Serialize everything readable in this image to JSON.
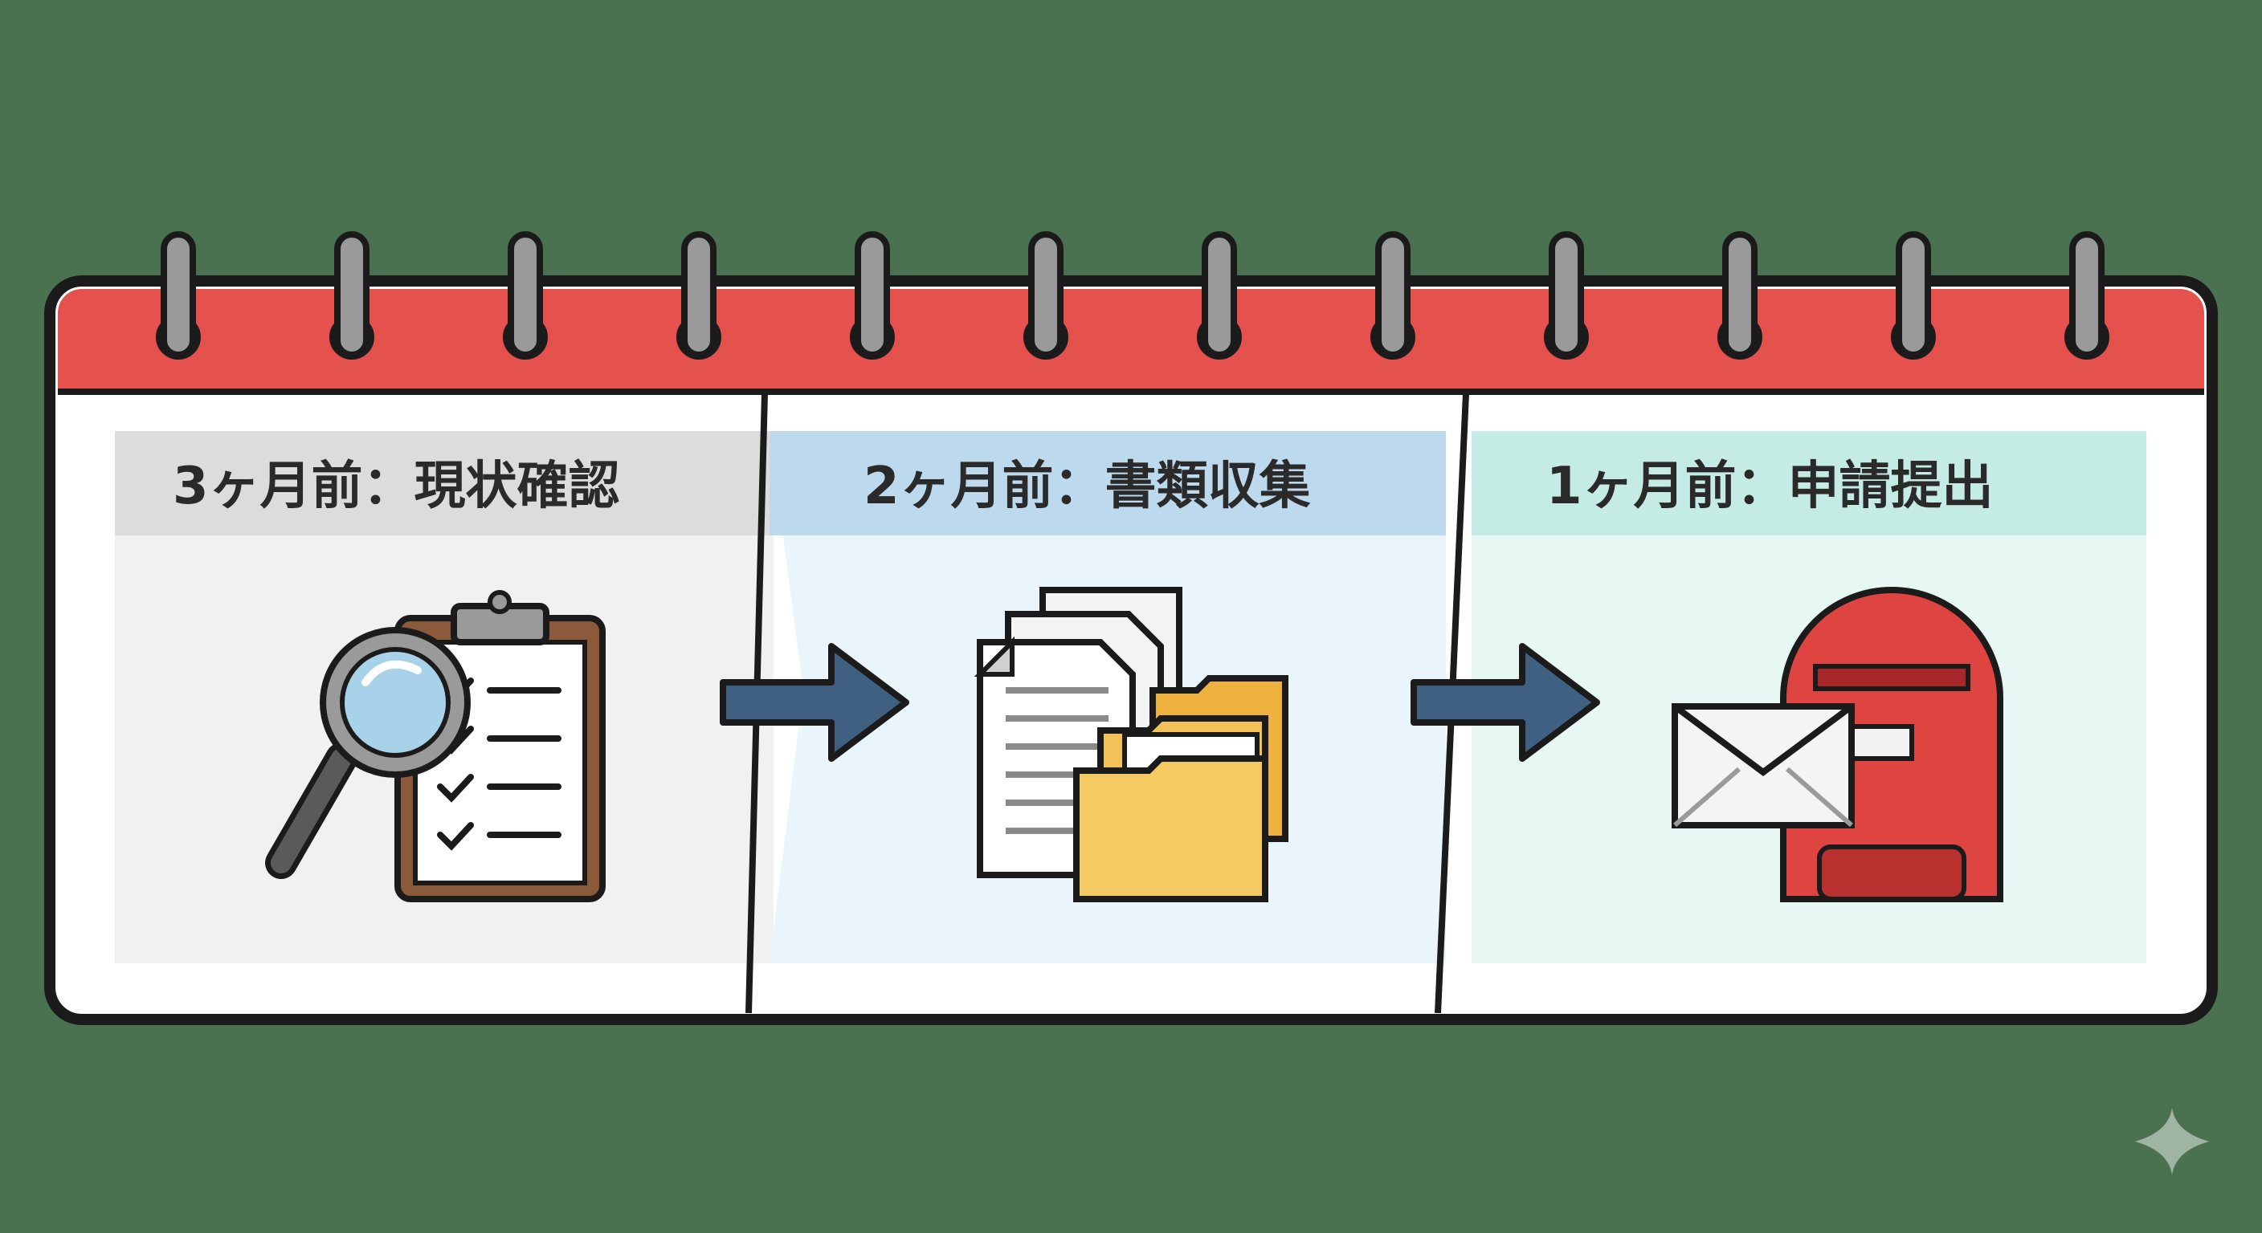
{
  "calendar": {
    "header_color": "#e5524e",
    "ring_count": 12
  },
  "stages": [
    {
      "title": "3ヶ月前：現状確認",
      "icon": "clipboard-magnifier-icon",
      "header_color": "#dcdcdc",
      "panel_color": "#f1f1f1"
    },
    {
      "title": "2ヶ月前：書類収集",
      "icon": "documents-folder-icon",
      "header_color": "#bcd9ee",
      "panel_color": "#e9f4fb"
    },
    {
      "title": "1ヶ月前：申請提出",
      "icon": "mailbox-envelope-icon",
      "header_color": "#c4ebe4",
      "panel_color": "#e6f7f4"
    }
  ],
  "arrow_color": "#3f6080",
  "decoration": {
    "icon": "sparkle-icon"
  }
}
